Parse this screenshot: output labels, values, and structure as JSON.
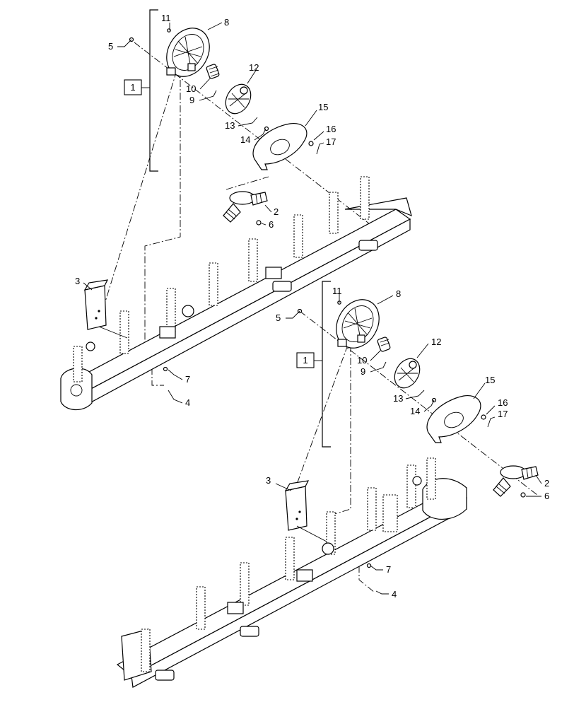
{
  "diagram": {
    "callouts_upper": {
      "c1": "1",
      "c2": "2",
      "c3": "3",
      "c4": "4",
      "c5": "5",
      "c6": "6",
      "c7": "7",
      "c8": "8",
      "c9": "9",
      "c10": "10",
      "c11": "11",
      "c12": "12",
      "c13": "13",
      "c14": "14",
      "c15": "15",
      "c16": "16",
      "c17": "17"
    },
    "callouts_lower": {
      "c1": "1",
      "c2": "2",
      "c3": "3",
      "c4": "4",
      "c5": "5",
      "c6": "6",
      "c7": "7",
      "c8": "8",
      "c9": "9",
      "c10": "10",
      "c11": "11",
      "c12": "12",
      "c13": "13",
      "c14": "14",
      "c15": "15",
      "c16": "16",
      "c17": "17"
    }
  }
}
